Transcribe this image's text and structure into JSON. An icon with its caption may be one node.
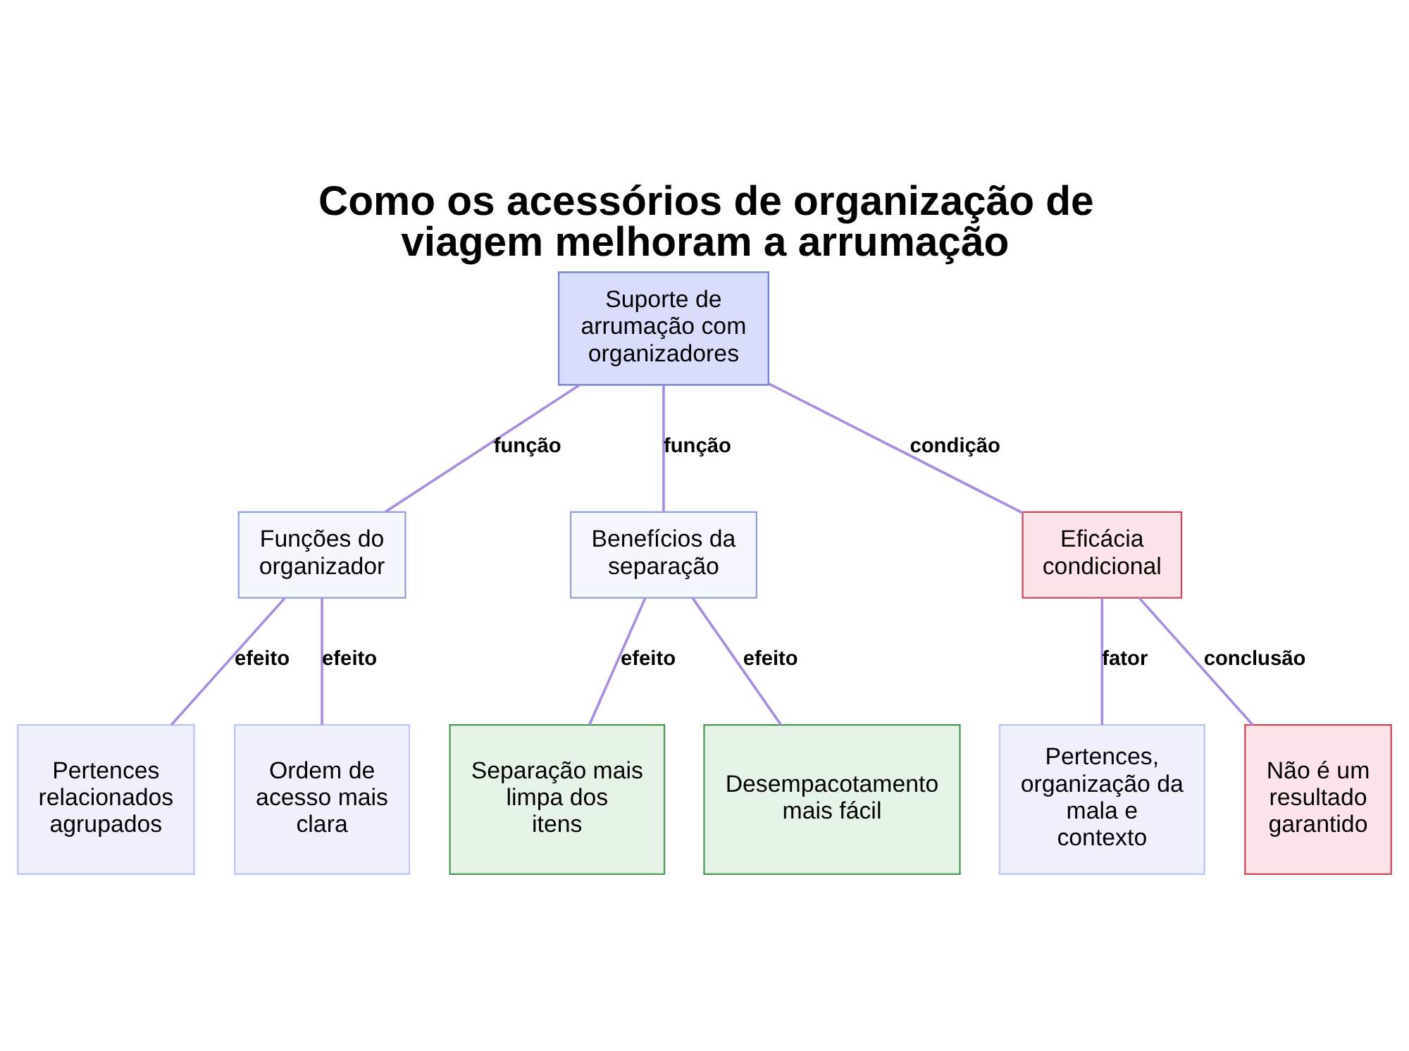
{
  "diagram": {
    "title": "Como os acessórios de organização de viagem melhoram a arrumação",
    "nodes": [
      {
        "text": [
          "Suporte de arrumação com organizadores"
        ]
      },
      {
        "text": [
          "Funções do organizador"
        ]
      },
      {
        "text": [
          "Benefícios da separação"
        ]
      },
      {
        "text": [
          "Eficácia condicional"
        ]
      },
      {
        "text": [
          "Pertences relacionados agrupados"
        ]
      },
      {
        "text": [
          "Ordem de acesso mais clara"
        ]
      },
      {
        "text": [
          "Separação mais limpa dos itens"
        ]
      },
      {
        "text": [
          "Desempacotamento mais fácil"
        ]
      },
      {
        "text": [
          "Pertences, organização da mala e contexto"
        ]
      },
      {
        "text": [
          "Não é um resultado garantido"
        ]
      }
    ],
    "edges": [
      {
        "from": 0,
        "to": 1,
        "arrow": "none",
        "label": "função"
      },
      {
        "from": 0,
        "to": 2,
        "arrow": "none",
        "label": "função"
      },
      {
        "from": 0,
        "to": 3,
        "arrow": "none",
        "label": "condição"
      },
      {
        "from": 1,
        "to": 4,
        "arrow": "none",
        "label": "efeito"
      },
      {
        "from": 1,
        "to": 5,
        "arrow": "none",
        "label": "efeito"
      },
      {
        "from": 2,
        "to": 6,
        "arrow": "none",
        "label": "efeito"
      },
      {
        "from": 2,
        "to": 7,
        "arrow": "none",
        "label": "efeito"
      },
      {
        "from": 3,
        "to": 8,
        "arrow": "none",
        "label": "fator"
      },
      {
        "from": 3,
        "to": 9,
        "arrow": "none",
        "label": "conclusão"
      }
    ]
  }
}
